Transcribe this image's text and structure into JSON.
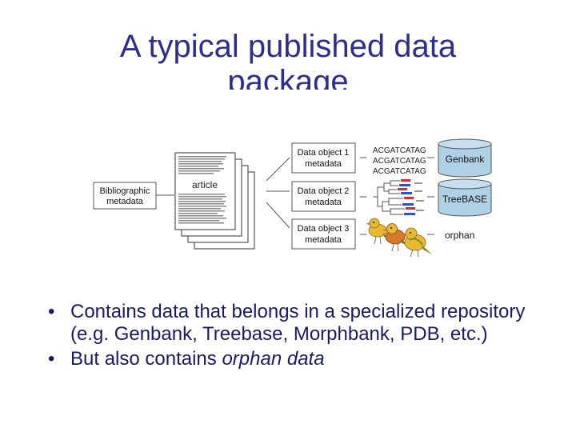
{
  "title": {
    "line1": "A typical published data",
    "line2": "package"
  },
  "diagram": {
    "bibliographic": [
      "Bibliographic",
      "metadata"
    ],
    "article_label": "article",
    "data_objects": [
      {
        "line1": "Data object 1",
        "line2": "metadata"
      },
      {
        "line1": "Data object 2",
        "line2": "metadata"
      },
      {
        "line1": "Data object 3",
        "line2": "metadata"
      }
    ],
    "sequences": [
      "ACGATCATAG",
      "ACGATCATAG",
      "ACGATCATAG"
    ],
    "repositories": {
      "genbank": "Genbank",
      "treebase": "TreeBASE",
      "orphan": "orphan"
    }
  },
  "bullets": [
    {
      "text": "Contains data that belongs in a specialized repository (e.g. Genbank, Treebase, Morphbank, PDB, etc.)"
    },
    {
      "prefix": "But also contains ",
      "emphasis": "orphan data"
    }
  ],
  "colors": {
    "title": "#2e2e8c",
    "bullet_text": "#1a1a66",
    "cylinder_fill": "#aed1e6",
    "bird_yellow": "#e8b830",
    "bird_orange": "#d9772a"
  },
  "bullet_glyph": "•"
}
